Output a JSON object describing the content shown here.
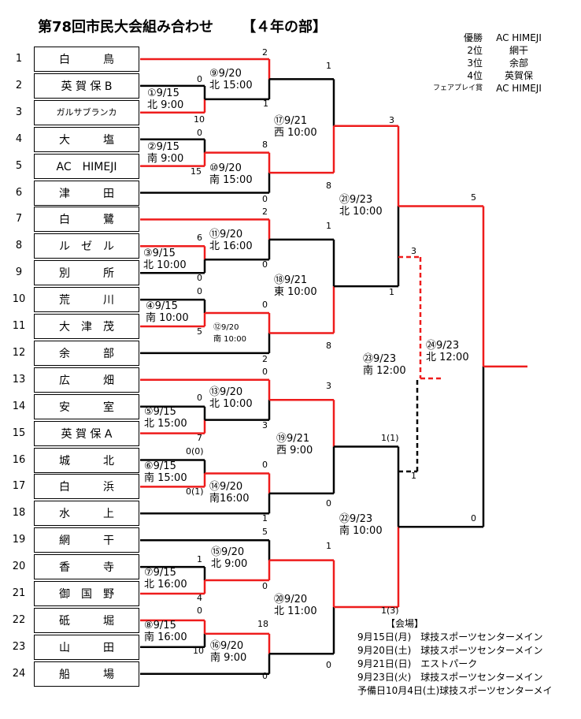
{
  "title": "第78回市民大会組み合わせ",
  "division": "【４年の部】",
  "results": [
    {
      "rank": "優勝",
      "team": "AC HIMEJI"
    },
    {
      "rank": "2位",
      "team": "網干"
    },
    {
      "rank": "3位",
      "team": "余部"
    },
    {
      "rank": "4位",
      "team": "英賀保"
    },
    {
      "rank": "フェアプレイ賞",
      "team": "AC HIMEJI"
    }
  ],
  "teams": [
    {
      "seed": "1",
      "name": "白　　　鳥"
    },
    {
      "seed": "2",
      "name": "英 賀 保 B"
    },
    {
      "seed": "3",
      "name": "ガルサブランカ"
    },
    {
      "seed": "4",
      "name": "大　　　塩"
    },
    {
      "seed": "5",
      "name": "AC　HIMEJI"
    },
    {
      "seed": "6",
      "name": "津　　　田"
    },
    {
      "seed": "7",
      "name": "白　　　鷺"
    },
    {
      "seed": "8",
      "name": "ル　ゼ　ル"
    },
    {
      "seed": "9",
      "name": "別　　　所"
    },
    {
      "seed": "10",
      "name": "荒　　　川"
    },
    {
      "seed": "11",
      "name": "大　津　茂"
    },
    {
      "seed": "12",
      "name": "余　　　部"
    },
    {
      "seed": "13",
      "name": "広　　　畑"
    },
    {
      "seed": "14",
      "name": "安　　　室"
    },
    {
      "seed": "15",
      "name": "英 賀 保 A"
    },
    {
      "seed": "16",
      "name": "城　　　北"
    },
    {
      "seed": "17",
      "name": "白　　　浜"
    },
    {
      "seed": "18",
      "name": "水　　　上"
    },
    {
      "seed": "19",
      "name": "網　　　干"
    },
    {
      "seed": "20",
      "name": "香　　　寺"
    },
    {
      "seed": "21",
      "name": "御　国　野"
    },
    {
      "seed": "22",
      "name": "砥　　　堀"
    },
    {
      "seed": "23",
      "name": "山　　　田"
    },
    {
      "seed": "24",
      "name": "船　　　場"
    }
  ],
  "matches": {
    "m1": "①9/15\n北 9:00",
    "m2": "②9/15\n南 9:00",
    "m3": "③9/15\n北 10:00",
    "m4": "④9/15\n南 10:00",
    "m5": "⑤9/15\n北 15:00",
    "m6": "⑥9/15\n南 15:00",
    "m7": "⑦9/15\n北 16:00",
    "m8": "⑧9/15\n南 16:00",
    "m9": "⑨9/20\n北 15:00",
    "m10": "⑩9/20\n南 15:00",
    "m11": "⑪9/20\n北 16:00",
    "m12": "⑫9/20\n南 10:00",
    "m13": "⑬9/20\n北 10:00",
    "m14": "⑭9/20\n南16:00",
    "m15": "⑮9/20\n北 9:00",
    "m16": "⑯9/20\n南 9:00",
    "m17": "⑰9/21\n西 10:00",
    "m18": "⑱9/21\n東 10:00",
    "m19": "⑲9/21\n西 9:00",
    "m20": "⑳9/20\n北 11:00",
    "m21": "㉑9/23\n北 10:00",
    "m22": "㉒9/23\n南 10:00",
    "m23": "㉓9/23\n南 12:00",
    "m24": "㉔9/23\n北 12:00"
  },
  "scores": {
    "t1": "2",
    "t2": "0",
    "t2b": "1",
    "t3": "10",
    "t4": "0",
    "t5": "8",
    "t5b": "15",
    "t6": "0",
    "t7": "2",
    "t8": "6",
    "t8b": "0",
    "t9": "0",
    "t10": "0",
    "t11": "0",
    "t11b": "5",
    "t12": "2",
    "t13": "0",
    "t14": "0",
    "t14b": "3",
    "t15": "7",
    "t16": "0(0)",
    "t17": "0",
    "t17b": "0(1)",
    "t18": "1",
    "t19": "5",
    "t20": "1",
    "t20b": "0",
    "t21": "4",
    "t22": "0",
    "t23": "18",
    "t23b": "10",
    "t24": "0",
    "q1": "1",
    "q1b": "8",
    "q2": "1",
    "q2b": "8",
    "q3": "3",
    "q3b": "0",
    "q4": "1",
    "q4b": "0",
    "s1": "3",
    "s1b": "1",
    "s2": "1(1)",
    "s2b": "1(3)",
    "f1": "5",
    "f1b": "0",
    "b1": "3",
    "b1b": "1"
  },
  "venue": {
    "heading": "【会場】",
    "lines": [
      "9月15日(月)　球技スポーツセンターメイン",
      "9月20日(土)　球技スポーツセンターメイン",
      "9月21日(日)　エストパーク",
      "9月23日(火)　球技スポーツセンターメイン",
      "予備日10月4日(土)球技スポーツセンターメイ"
    ]
  },
  "colors": {
    "win": "#ee1c1c",
    "loss": "#000000"
  }
}
